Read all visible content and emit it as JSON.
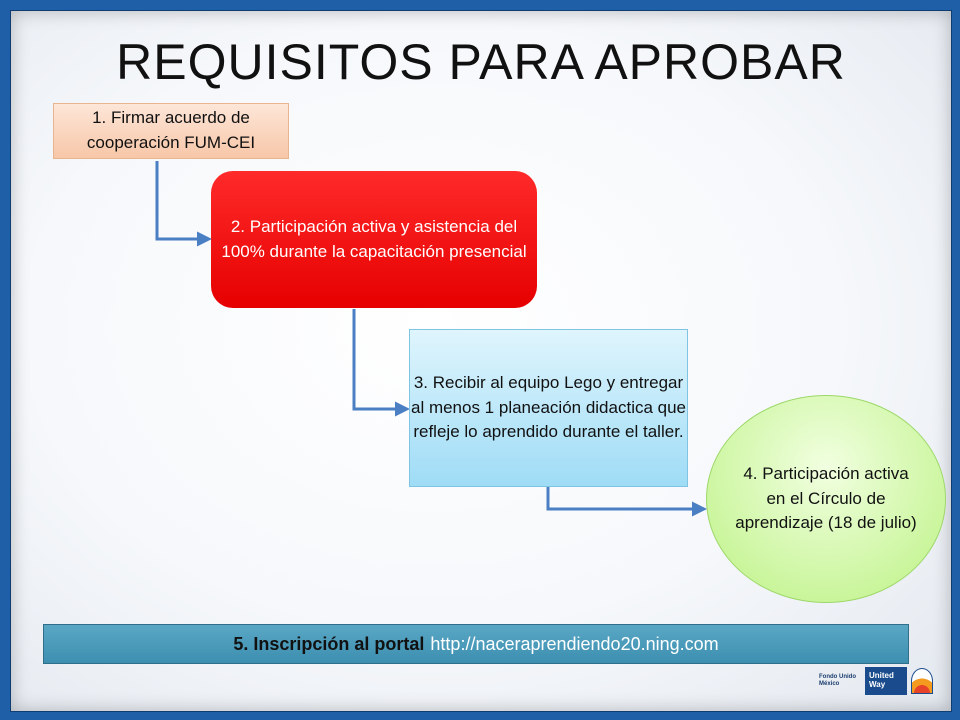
{
  "title": "REQUISITOS PARA APROBAR",
  "steps": [
    {
      "text": "1. Firmar acuerdo de cooperación FUM-CEI"
    },
    {
      "text": "2. Participación activa y asistencia del 100% durante la capacitación presencial"
    },
    {
      "text": "3. Recibir al equipo Lego y entregar al menos 1 planeación didactica que refleje lo aprendido durante el taller."
    },
    {
      "text": "4. Participación activa en el Círculo de aprendizaje (18 de julio)"
    }
  ],
  "portal": {
    "label": "5. Inscripción al portal",
    "url": "http://naceraprendiendo20.ning.com"
  },
  "logo": {
    "org": "Fondo Unido México",
    "brand": "United Way"
  },
  "colors": {
    "frame": "#1f5fa8",
    "step1": "#f7c7a8",
    "step2": "#ff0000",
    "step3": "#9fdcf6",
    "step4": "#c9f59a",
    "portal": "#4a9cbd",
    "arrow": "#4a7fc4"
  }
}
